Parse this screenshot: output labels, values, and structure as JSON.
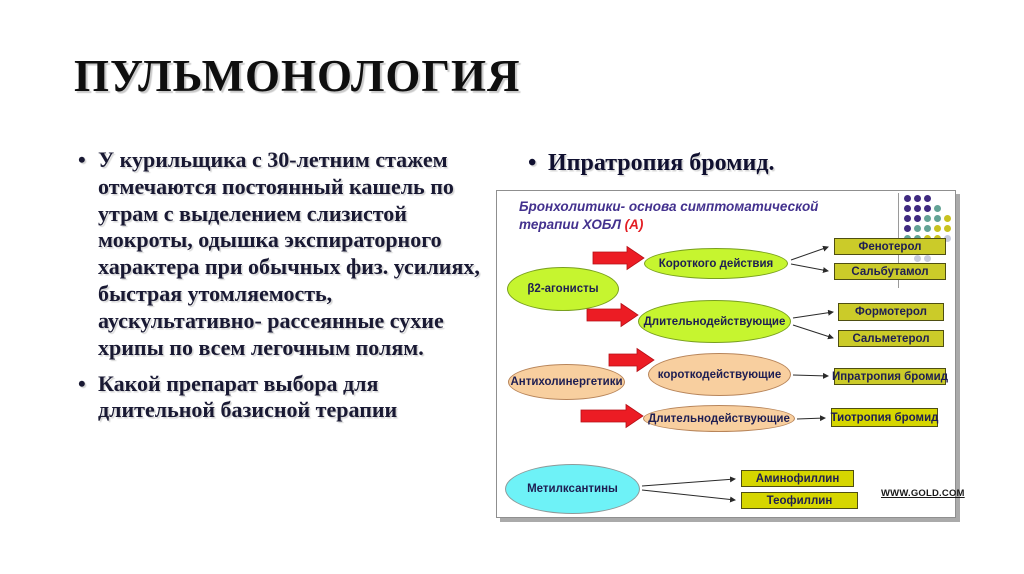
{
  "slide": {
    "title": "ПУЛЬМОНОЛОГИЯ",
    "bullets": [
      {
        "text": "У курильщика с 30-летним стажем отмечаются постоянный кашель по утрам с выделением слизистой мокроты, одышка экспираторного характера при обычных физ. усилиях, быстрая утомляемость, аускультативно- рассеянные сухие хрипы по всем легочным полям."
      },
      {
        "text": "Какой препарат выбора для длительной базисной терапии"
      }
    ],
    "answer_bullet": "Ипратропия бромид."
  },
  "diagram": {
    "header_line1": "Бронхолитики- основа симптоматической",
    "header_line2": "терапии ХОБЛ ",
    "header_grade": "(А)",
    "ellipses": [
      {
        "label": "β2-агонисты"
      },
      {
        "label": "Короткого действия"
      },
      {
        "label": "Длительнодействующие"
      },
      {
        "label": "Антихолинергетики"
      },
      {
        "label": "короткодействующие"
      },
      {
        "label": "Длительнодействующие"
      },
      {
        "label": "Метилксантины"
      }
    ],
    "boxes": [
      {
        "label": "Фенотерол"
      },
      {
        "label": "Сальбутамол"
      },
      {
        "label": "Формотерол"
      },
      {
        "label": "Сальметерол"
      },
      {
        "label": "Ипратропия бромид"
      },
      {
        "label": "Тиотропия бромид"
      },
      {
        "label": "Аминофиллин"
      },
      {
        "label": "Теофиллин"
      }
    ],
    "watermark": "WWW.GOLD.COM",
    "colors": {
      "arrow_red": "#ec1c24",
      "ellipse_green": "#c6f52f",
      "ellipse_peach": "#f8cf9f",
      "ellipse_cyan": "#6ef2f7",
      "box_olive": "#cbcb29",
      "box_yellow": "#d6d600",
      "header_purple": "#43318e",
      "grade_red": "#e31e24"
    },
    "dots": {
      "palette": {
        "P": "#3f2a80",
        "T": "#63a395",
        "Y": "#c9c21f",
        "L": "#c7cbdd"
      },
      "rows": [
        [
          "P",
          "P",
          "P",
          "",
          ""
        ],
        [
          "P",
          "P",
          "P",
          "T",
          ""
        ],
        [
          "P",
          "P",
          "T",
          "T",
          "Y"
        ],
        [
          "P",
          "T",
          "T",
          "Y",
          "Y"
        ],
        [
          "T",
          "T",
          "Y",
          "Y",
          "L"
        ],
        [
          "T",
          "Y",
          "Y",
          "L",
          ""
        ],
        [
          "",
          "L",
          "L",
          "",
          ""
        ]
      ]
    }
  }
}
